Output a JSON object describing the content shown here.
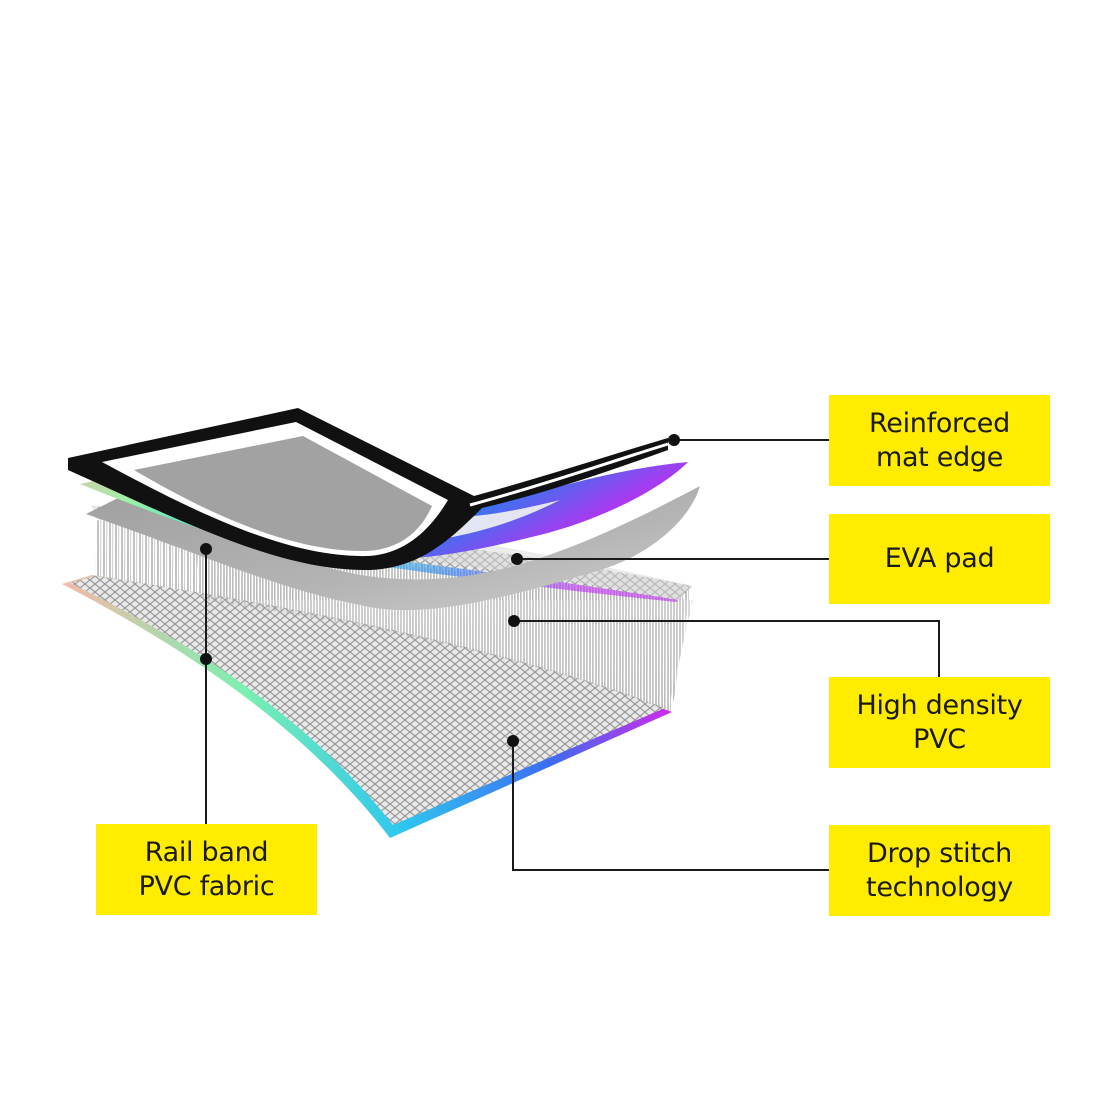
{
  "labels": {
    "reinforced_edge": "Reinforced\nmat edge",
    "eva_pad": "EVA pad",
    "high_density": "High density\nPVC",
    "drop_stitch": "Drop stitch\ntechnology",
    "rail_band": "Rail band\nPVC fabric"
  },
  "colors": {
    "label_background": "#ffec00",
    "leader_line": "#1a1a1a",
    "eva_layer": "#a9a9a9",
    "edge_frame": "#111111"
  }
}
